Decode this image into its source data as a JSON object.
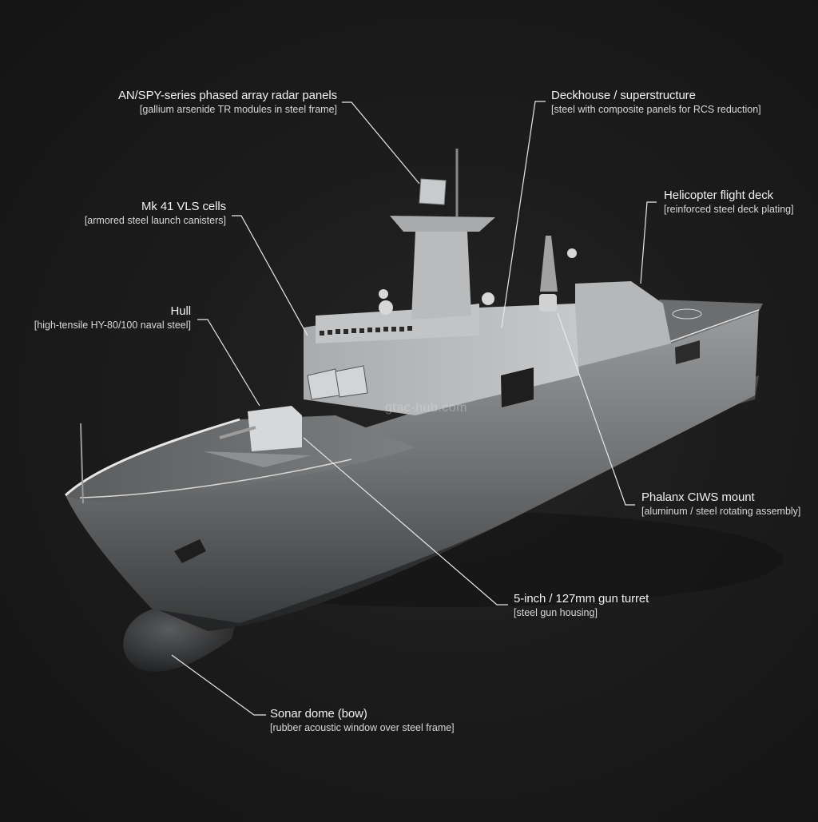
{
  "diagram": {
    "background": "#1c1c1c",
    "line_color": "#e8e8e8",
    "watermark": "gtac-hub.com",
    "callouts": [
      {
        "id": "radar",
        "title": "AN/SPY-series phased array radar panels",
        "material": "[gallium arsenide TR modules in steel frame]"
      },
      {
        "id": "deckhouse",
        "title": "Deckhouse / superstructure",
        "material": "[steel with composite panels for RCS reduction]"
      },
      {
        "id": "vls",
        "title": "Mk 41 VLS cells",
        "material": "[armored steel launch canisters]"
      },
      {
        "id": "helideck",
        "title": "Helicopter flight deck",
        "material": "[reinforced steel deck plating]"
      },
      {
        "id": "hull",
        "title": "Hull",
        "material": "[high-tensile HY-80/100 naval steel]"
      },
      {
        "id": "ciws",
        "title": "Phalanx CIWS mount",
        "material": "[aluminum / steel rotating assembly]"
      },
      {
        "id": "gun",
        "title": "5-inch / 127mm gun turret",
        "material": "[steel gun housing]"
      },
      {
        "id": "sonar",
        "title": "Sonar dome (bow)",
        "material": "[rubber acoustic window over steel frame]"
      }
    ]
  }
}
